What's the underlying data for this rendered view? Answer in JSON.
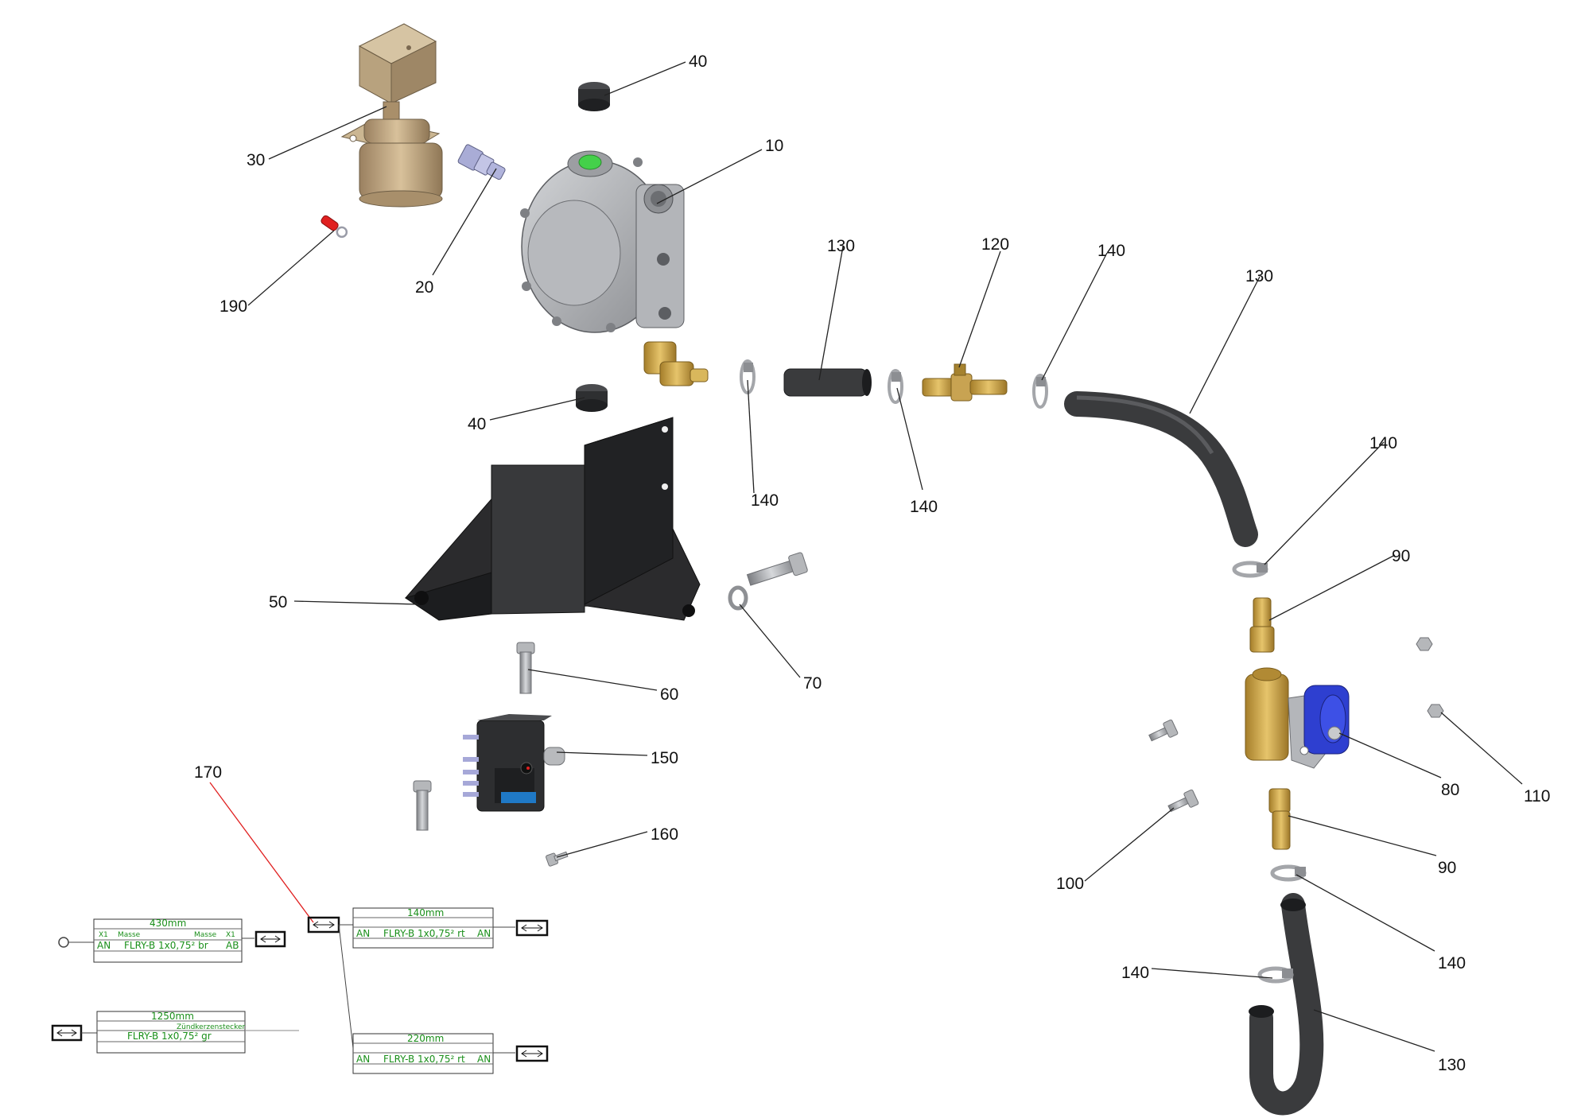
{
  "callouts": {
    "c10": "10",
    "c20": "20",
    "c30": "30",
    "c40a": "40",
    "c40b": "40",
    "c50": "50",
    "c60": "60",
    "c70": "70",
    "c80": "80",
    "c90a": "90",
    "c90b": "90",
    "c100": "100",
    "c110": "110",
    "c120": "120",
    "c130a": "130",
    "c130b": "130",
    "c130c": "130",
    "c140a": "140",
    "c140b": "140",
    "c140c": "140",
    "c140d": "140",
    "c140e": "140",
    "c140f": "140",
    "c150": "150",
    "c160": "160",
    "c170": "170",
    "c190": "190"
  },
  "wiring": {
    "w1": {
      "length": "430mm",
      "code_left": "X1",
      "label_left": "Masse",
      "label_right": "Masse",
      "code_right": "X1",
      "end_left": "AN",
      "cable": "FLRY-B 1x0,75² br",
      "end_right": "AB"
    },
    "w2": {
      "length": "1250mm",
      "cable": "FLRY-B 1x0,75² gr",
      "label_right": "Zündkerzenstecker"
    },
    "w3": {
      "length": "140mm",
      "end_left": "AN",
      "cable": "FLRY-B 1x0,75² rt",
      "end_right": "AN"
    },
    "w4": {
      "length": "220mm",
      "end_left": "AN",
      "cable": "FLRY-B 1x0,75² rt",
      "end_right": "AN"
    }
  },
  "colors": {
    "brass": "#c9a24a",
    "aluminium": "#a9abae",
    "hose": "#3a3b3d",
    "bracket": "#2b2b2d",
    "coil": "#2e3fd0",
    "plug": "#e02020",
    "green_text": "#1a8f1a",
    "leader_red": "#e02020"
  }
}
